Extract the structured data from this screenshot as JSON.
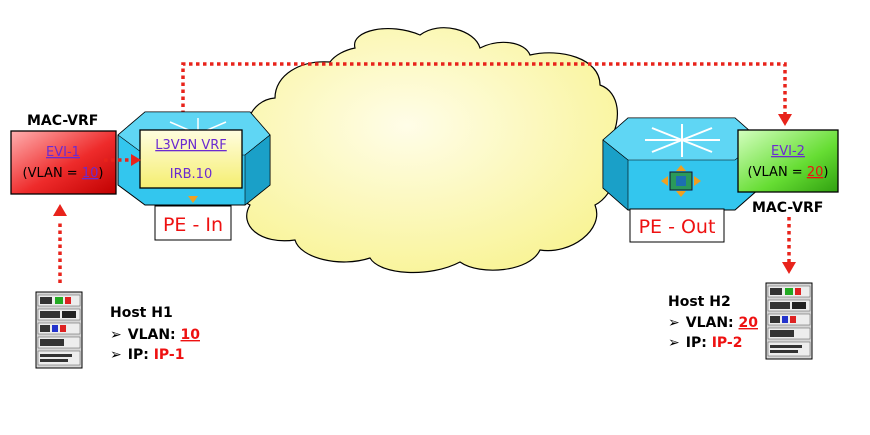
{
  "left": {
    "mac_vrf_label": "MAC-VRF",
    "evi_label": "EVI-1",
    "vlan_prefix": "(VLAN = ",
    "vlan_value": "10",
    "vlan_suffix": ")",
    "l3vpn_label": "L3VPN VRF",
    "irb_label": "IRB.10",
    "pe_label": "PE - In",
    "host": {
      "title": "Host  H1",
      "vlan_key": "VLAN: ",
      "vlan_value": "10",
      "ip_key": "IP: ",
      "ip_value": "IP-1"
    }
  },
  "right": {
    "mac_vrf_label": "MAC-VRF",
    "evi_label": "EVI-2",
    "vlan_prefix": "(VLAN = ",
    "vlan_value": "20",
    "vlan_suffix": ")",
    "pe_label": "PE - Out",
    "host": {
      "title": "Host  H2",
      "vlan_key": "VLAN: ",
      "vlan_value": "20",
      "ip_key": "IP: ",
      "ip_value": "IP-2"
    }
  },
  "colors": {
    "arrow": "#e8231b",
    "router_face": "#33c6ee",
    "router_top": "#5fd6f4",
    "router_side": "#1aa0c8",
    "cloud": "#fbf9a6",
    "evi_left_fill": "#ee2b2b",
    "evi_right_fill": "#66dd33",
    "l3vpn_fill": "#fbf6a0",
    "link_text": "#6b2bd0",
    "value_red": "#ee1111"
  },
  "bullet_glyph": "➢"
}
